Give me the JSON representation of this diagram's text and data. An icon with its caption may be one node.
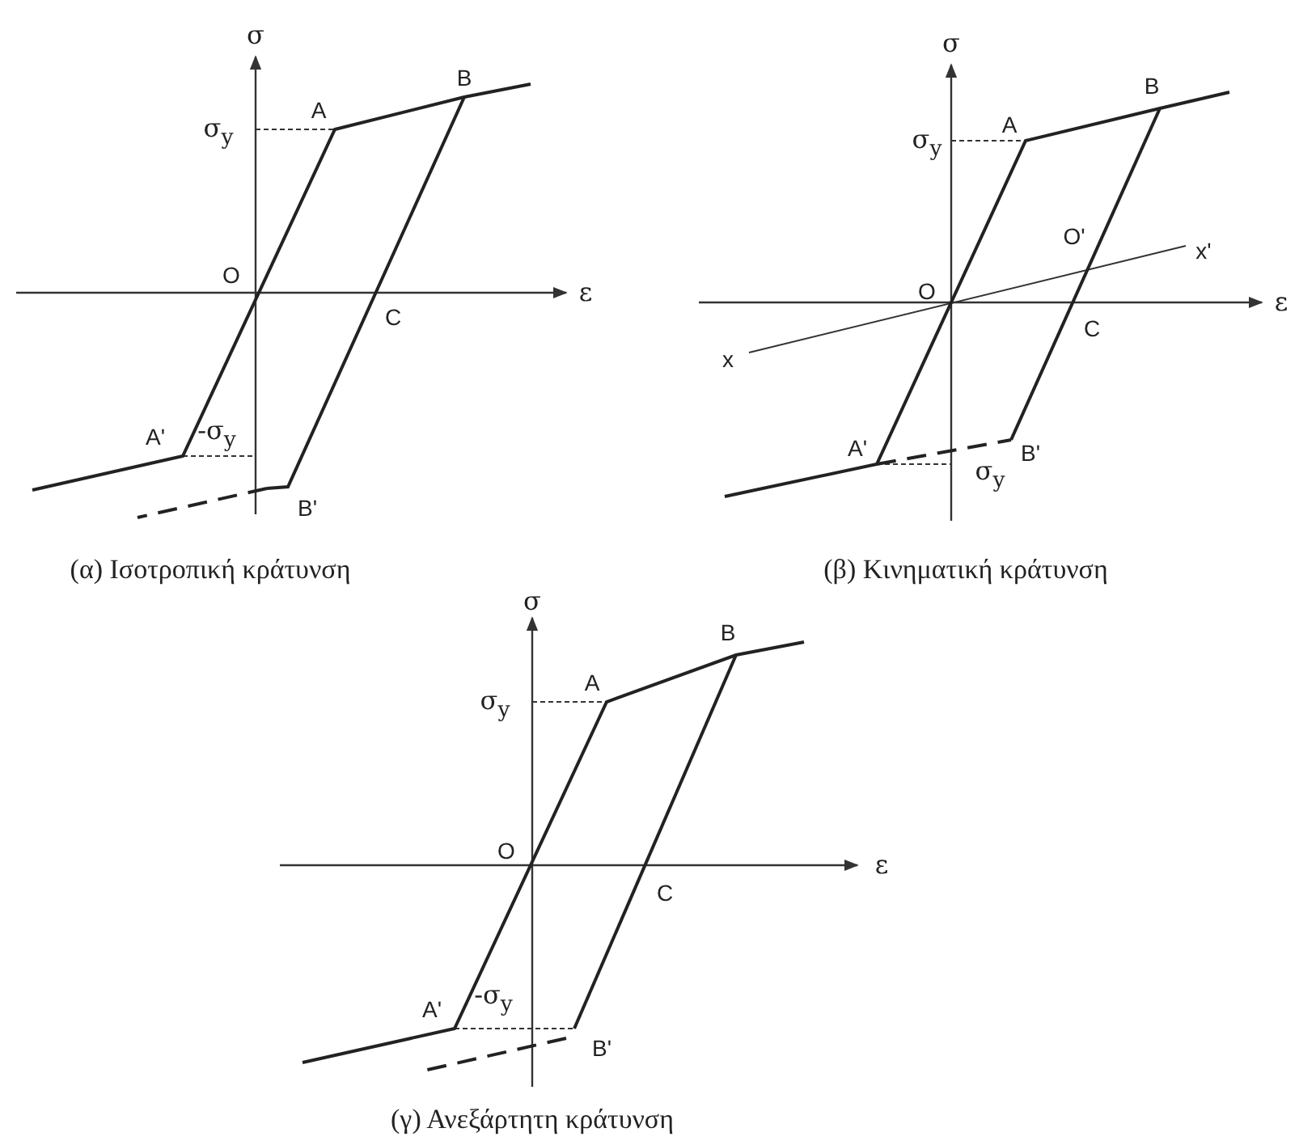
{
  "diagram": {
    "labels": [
      "σ",
      "σ$_{y}$",
      "A",
      "B",
      "O",
      "ε",
      "C",
      "A'",
      "-σ$_{y}$",
      "B'",
      "(α) Ισοτροπική κράτυνση",
      "σ",
      "σ$_{y}$",
      "A",
      "B",
      "O'",
      "x'",
      "O",
      "ε",
      "x",
      "C",
      "A'",
      "B'",
      "σ$_{y}$",
      "(β) Κινηματική κράτυνση",
      "σ",
      "σ$_{y}$",
      "A",
      "B",
      "O",
      "ε",
      "C",
      "A'",
      "-σ$_{y}$",
      "B'",
      "(γ) Ανεξάρτητη κράτυνση"
    ]
  }
}
